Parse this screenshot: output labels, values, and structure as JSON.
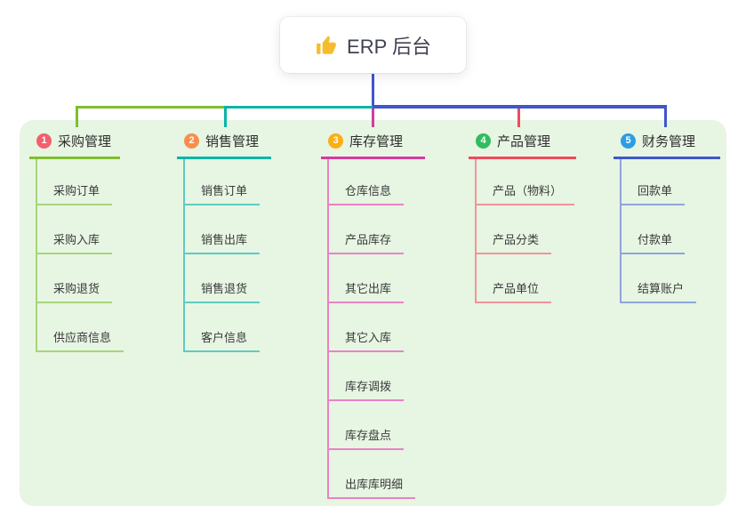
{
  "root": {
    "title": "ERP 后台",
    "icon": "thumbs-up-icon",
    "icon_color": "#f5bd2e"
  },
  "canvas": {
    "background": "#e7f5e3"
  },
  "connectors": {
    "root_stem_color": "#4156cb",
    "bus_left_color": "#7fbe30",
    "bus_mid_color": "#0cb5a8",
    "bus_right_color": "#4156cb",
    "drop_colors": [
      "#7fbe30",
      "#0cb5a8",
      "#d63a9e",
      "#ee4b5c",
      "#4156cb"
    ]
  },
  "branches": [
    {
      "badge": "1",
      "label": "采购管理",
      "badge_color": "#f45e6e",
      "line_color": "#7fbe30",
      "item_line_color": "#a9d57b",
      "items": [
        "采购订单",
        "采购入库",
        "采购退货",
        "供应商信息"
      ]
    },
    {
      "badge": "2",
      "label": "销售管理",
      "badge_color": "#f98e4c",
      "line_color": "#0cb5a8",
      "item_line_color": "#5ecbc2",
      "items": [
        "销售订单",
        "销售出库",
        "销售退货",
        "客户信息"
      ]
    },
    {
      "badge": "3",
      "label": "库存管理",
      "badge_color": "#fbae16",
      "line_color": "#d63a9e",
      "item_line_color": "#ea82c6",
      "items": [
        "仓库信息",
        "产品库存",
        "其它出库",
        "其它入库",
        "库存调拨",
        "库存盘点",
        "出库库明细"
      ]
    },
    {
      "badge": "4",
      "label": "产品管理",
      "badge_color": "#2fbd60",
      "line_color": "#ee4b5c",
      "item_line_color": "#f2949c",
      "items": [
        "产品（物料）",
        "产品分类",
        "产品单位"
      ]
    },
    {
      "badge": "5",
      "label": "财务管理",
      "badge_color": "#2d9de3",
      "line_color": "#4156cb",
      "item_line_color": "#8fa5db",
      "items": [
        "回款单",
        "付款单",
        "结算账户"
      ]
    }
  ]
}
